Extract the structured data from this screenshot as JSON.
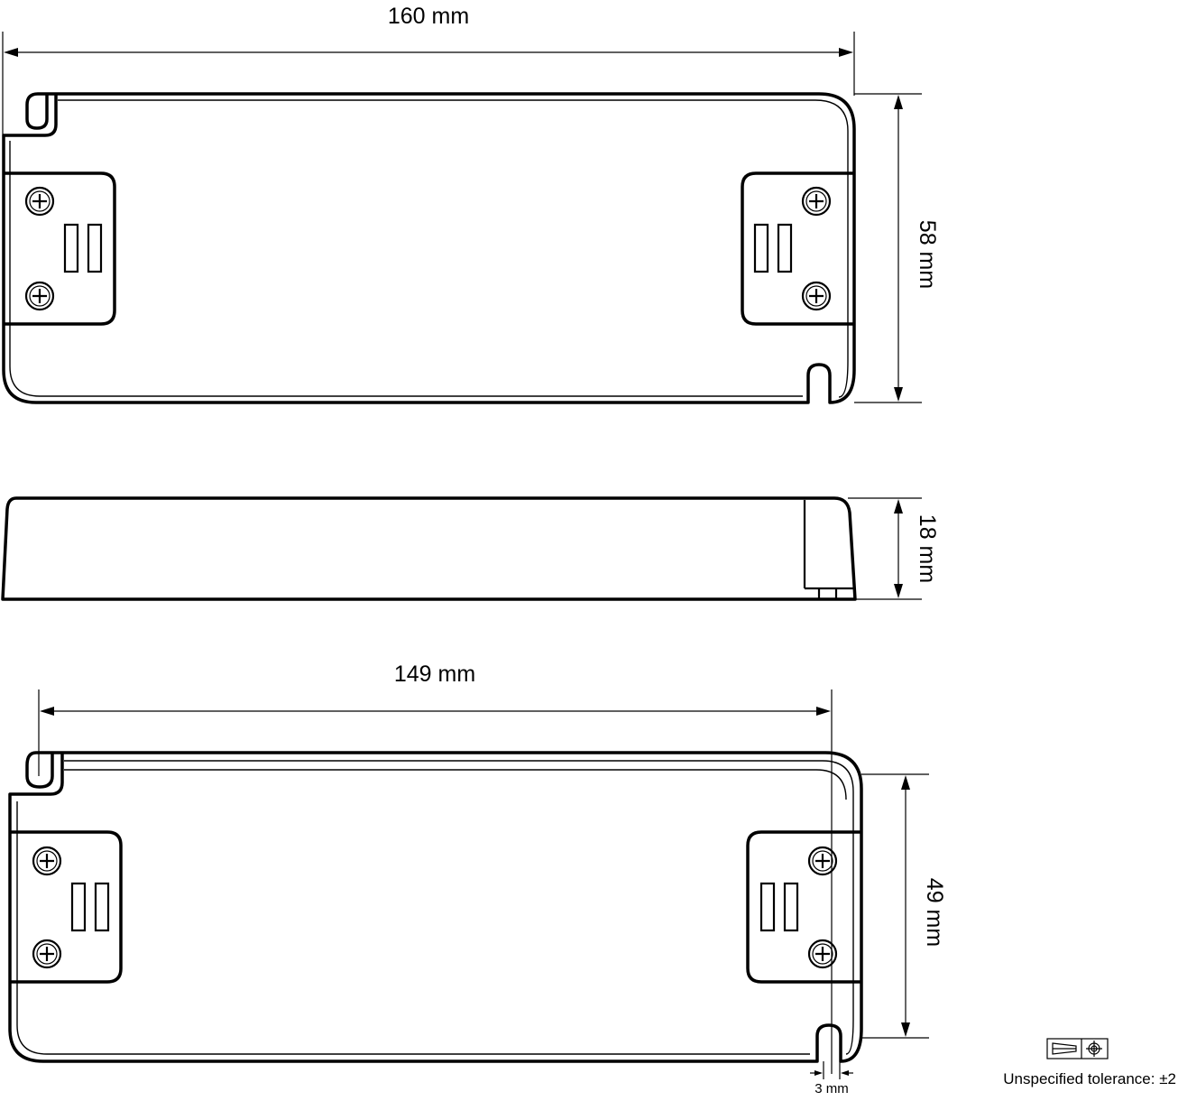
{
  "dimensions": {
    "top_width": "160 mm",
    "top_height": "58 mm",
    "side_height": "18 mm",
    "bottom_width": "149 mm",
    "bottom_height": "49 mm",
    "slot_width": "3 mm"
  },
  "tolerance": {
    "label": "Unspecified tolerance: ±2",
    "projection_symbol": "first-angle-projection-icon"
  },
  "colors": {
    "line": "#000000",
    "background": "#ffffff"
  }
}
